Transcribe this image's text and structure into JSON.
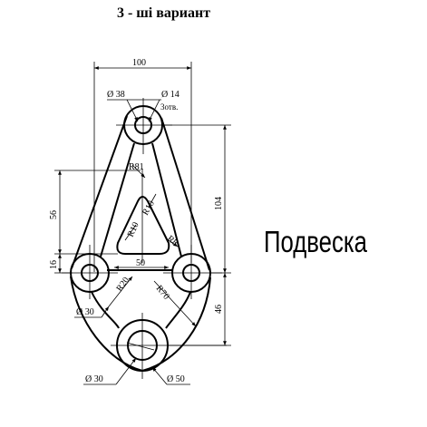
{
  "title": "3 - ші вариант",
  "part_name": "Подвеска",
  "dimensions": {
    "width_100": "100",
    "dia_38": "Ø 38",
    "dia_14": "Ø 14",
    "holes_note": "3отв.",
    "r81": "R81",
    "r10_top": "R10",
    "r10_left": "R10",
    "r8": "R8",
    "dim_56": "56",
    "dim_16": "16",
    "dim_50": "50",
    "dim_104": "104",
    "dim_46": "46",
    "r20": "R20",
    "r70": "R70",
    "dia_30_left": "Ø 30",
    "dia_30_bottom": "Ø 30",
    "dia_50": "Ø 50"
  }
}
